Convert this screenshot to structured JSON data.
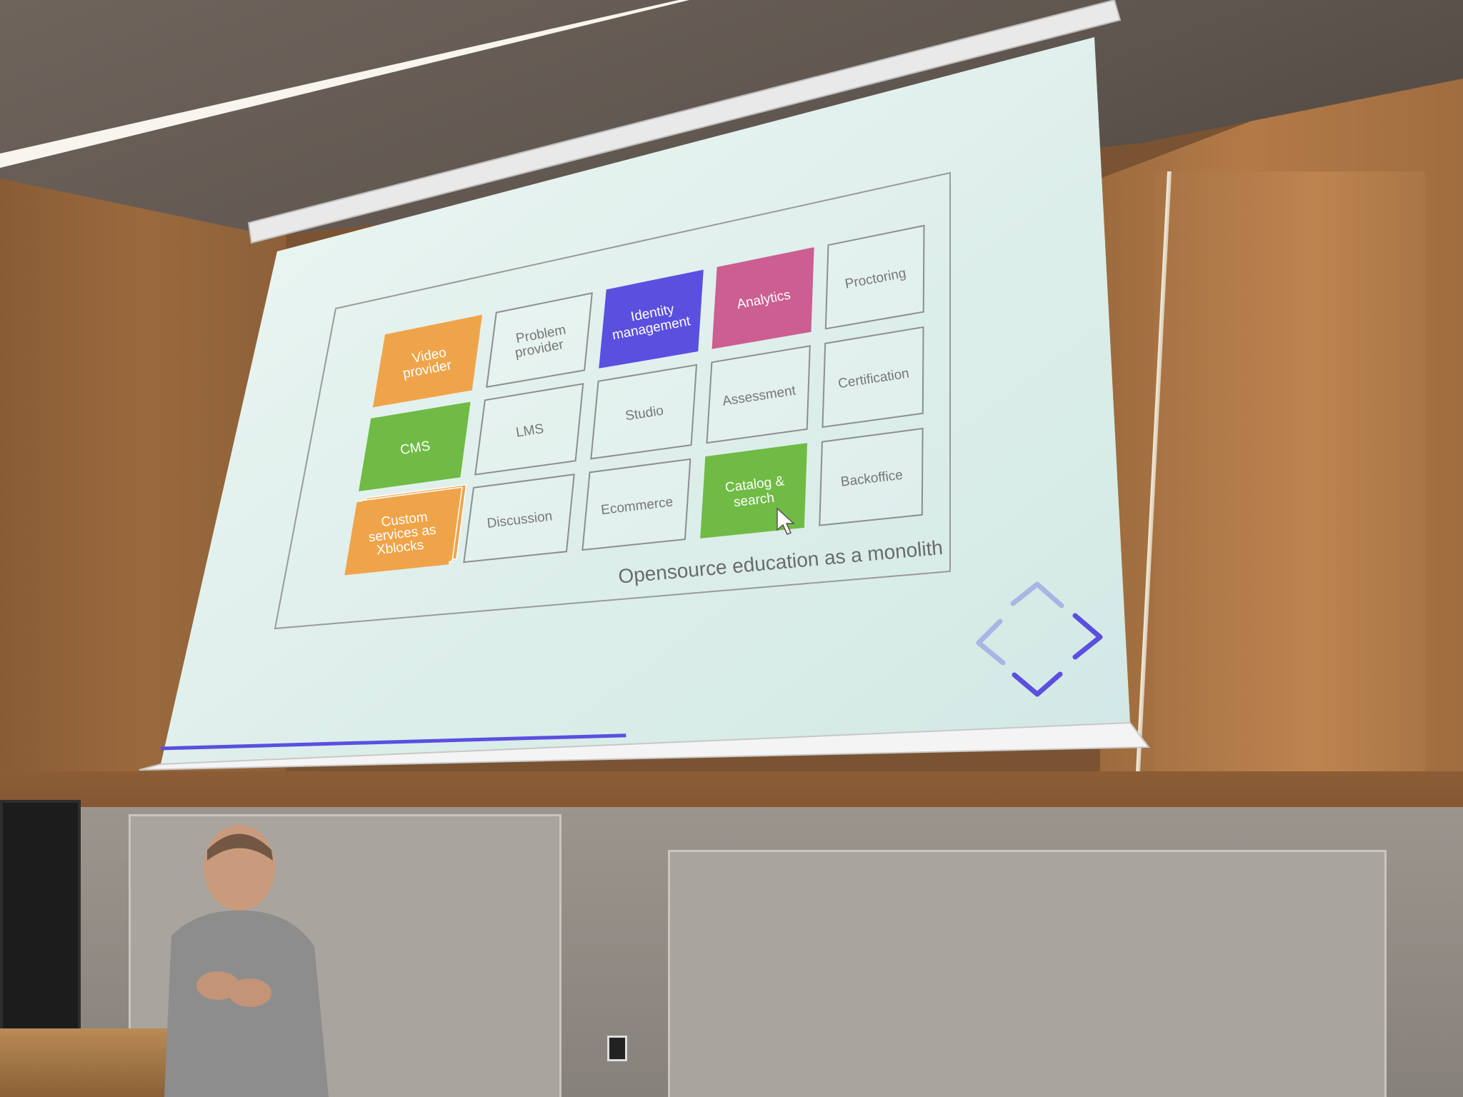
{
  "slide": {
    "caption": "Opensource education as a monolith",
    "tiles": [
      {
        "id": "video-provider",
        "lines": [
          "Video",
          "provider"
        ],
        "fill": "#f0a44a",
        "text_color": "#ffffff"
      },
      {
        "id": "problem-provider",
        "lines": [
          "Problem",
          "provider"
        ],
        "fill": "none",
        "text_color": "#777777"
      },
      {
        "id": "identity-management",
        "lines": [
          "Identity",
          "management"
        ],
        "fill": "#5b4fe0",
        "text_color": "#ffffff"
      },
      {
        "id": "analytics",
        "lines": [
          "Analytics"
        ],
        "fill": "#cc5e91",
        "text_color": "#ffffff"
      },
      {
        "id": "proctoring",
        "lines": [
          "Proctoring"
        ],
        "fill": "none",
        "text_color": "#777777"
      },
      {
        "id": "cms",
        "lines": [
          "CMS"
        ],
        "fill": "#6fbb45",
        "text_color": "#ffffff"
      },
      {
        "id": "lms",
        "lines": [
          "LMS"
        ],
        "fill": "none",
        "text_color": "#777777"
      },
      {
        "id": "studio",
        "lines": [
          "Studio"
        ],
        "fill": "none",
        "text_color": "#777777"
      },
      {
        "id": "assessment",
        "lines": [
          "Assessment"
        ],
        "fill": "none",
        "text_color": "#777777"
      },
      {
        "id": "certification",
        "lines": [
          "Certification"
        ],
        "fill": "none",
        "text_color": "#777777"
      },
      {
        "id": "custom-services",
        "lines": [
          "Custom",
          "services as",
          "Xblocks"
        ],
        "fill": "#f0a44a",
        "text_color": "#ffffff"
      },
      {
        "id": "discussion",
        "lines": [
          "Discussion"
        ],
        "fill": "none",
        "text_color": "#777777"
      },
      {
        "id": "ecommerce",
        "lines": [
          "Ecommerce"
        ],
        "fill": "none",
        "text_color": "#777777"
      },
      {
        "id": "catalog-search",
        "lines": [
          "Catalog &",
          "search"
        ],
        "fill": "#6fbb45",
        "text_color": "#ffffff"
      },
      {
        "id": "backoffice",
        "lines": [
          "Backoffice"
        ],
        "fill": "none",
        "text_color": "#777777"
      }
    ],
    "logo_color": "#5b4fe0",
    "progress": 0.48,
    "progress_color": "#5b4fe0"
  }
}
